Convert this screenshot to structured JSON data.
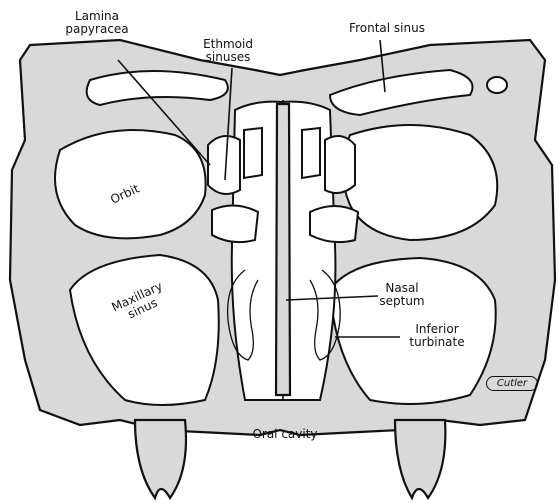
{
  "labels": {
    "lamina_papyracea": "Lamina\npapyracea",
    "ethmoid_sinuses": "Ethmoid\nsinuses",
    "frontal_sinus": "Frontal sinus",
    "orbit": "Orbit",
    "maxillary_sinus": "Maxillary\nsinus",
    "nasal_septum": "Nasal\nseptum",
    "inferior_turbinate": "Inferior\nturbinate",
    "oral_cavity": "Oral cavity",
    "signature": "Cutler"
  },
  "colors": {
    "bone_fill": "#d9d9d9",
    "outline": "#111111",
    "background": "#ffffff"
  }
}
